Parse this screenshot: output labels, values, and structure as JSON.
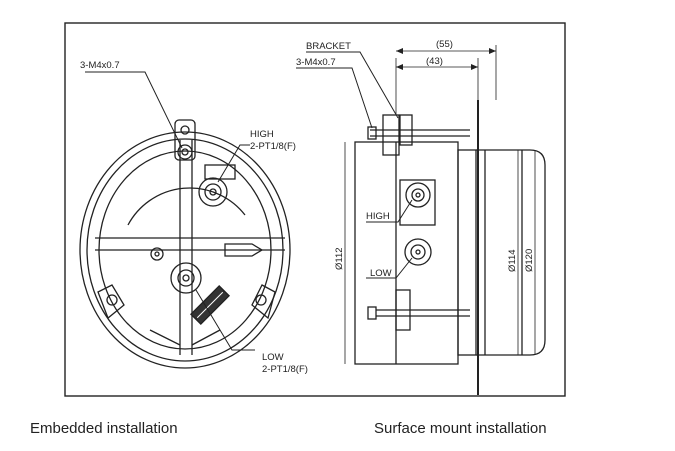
{
  "left_view": {
    "thread_label": "3-M4x0.7",
    "high_label": "HIGH",
    "high_port": "2-PT1/8(F)",
    "low_label": "LOW",
    "low_port": "2-PT1/8(F)",
    "caption": "Embedded installation"
  },
  "right_view": {
    "bracket_label": "BRACKET",
    "thread_label": "3-M4x0.7",
    "dim_outer_top": "(55)",
    "dim_inner_top": "(43)",
    "dim_body_dia": "Ø112",
    "dim_face_dia1": "Ø114",
    "dim_face_dia2": "Ø120",
    "high_label": "HIGH",
    "low_label": "LOW",
    "caption": "Surface mount installation"
  }
}
